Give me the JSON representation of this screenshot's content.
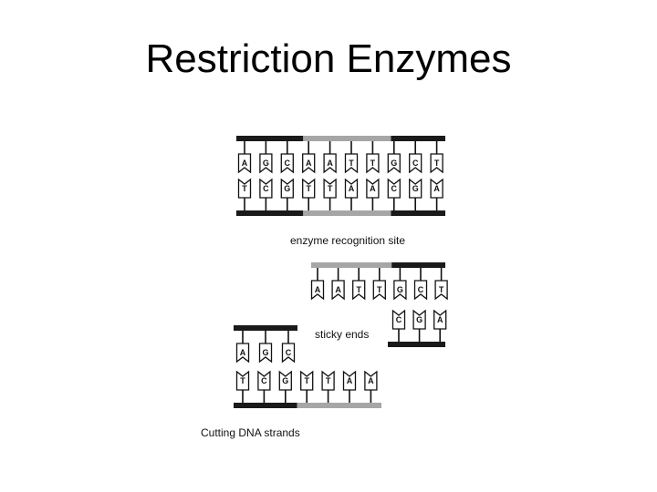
{
  "slide": {
    "title": "Restriction Enzymes"
  },
  "colors": {
    "backbone_dark": "#1a1a1a",
    "backbone_light": "#a6a6a6",
    "ink": "#111111"
  },
  "diagram": {
    "intact": {
      "top_bases": [
        "A",
        "G",
        "C",
        "A",
        "A",
        "T",
        "T",
        "G",
        "C",
        "T"
      ],
      "bottom_bases": [
        "T",
        "C",
        "G",
        "T",
        "T",
        "A",
        "A",
        "C",
        "G",
        "A"
      ]
    },
    "right_fragment": {
      "top_bases": [
        "A",
        "A",
        "T",
        "T",
        "G",
        "C",
        "T"
      ],
      "bottom_bases": [
        "C",
        "G",
        "A"
      ]
    },
    "left_fragment": {
      "top_bases": [
        "A",
        "G",
        "C"
      ],
      "bottom_bases": [
        "T",
        "C",
        "G",
        "T",
        "T",
        "A",
        "A"
      ]
    },
    "labels": {
      "recognition_site": "enzyme recognition site",
      "sticky_ends": "sticky ends",
      "caption": "Cutting DNA strands"
    }
  }
}
